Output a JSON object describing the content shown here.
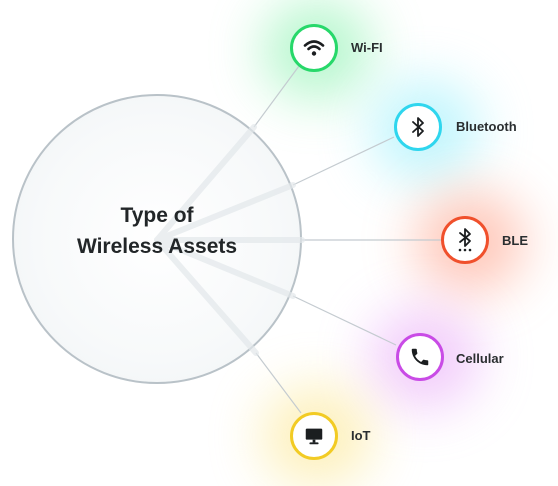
{
  "diagram": {
    "title_line1": "Type of",
    "title_line2": "Wireless Assets"
  },
  "nodes": [
    {
      "id": "wifi",
      "label": "Wi-FI",
      "icon": "wifi-icon",
      "color": "#27d86a",
      "glow": "#7df0a6"
    },
    {
      "id": "bluetooth",
      "label": "Bluetooth",
      "icon": "bluetooth-icon",
      "color": "#2fd6ee",
      "glow": "#8eeefb"
    },
    {
      "id": "ble",
      "label": "BLE",
      "icon": "ble-icon",
      "color": "#f0502c",
      "glow": "#ff9a80"
    },
    {
      "id": "cellular",
      "label": "Cellular",
      "icon": "phone-icon",
      "color": "#c94be6",
      "glow": "#e7a2f7"
    },
    {
      "id": "iot",
      "label": "IoT",
      "icon": "monitor-icon",
      "color": "#f2cb24",
      "glow": "#fbe483"
    }
  ],
  "colors": {
    "hub_border": "#b9c2c8",
    "connector": "#c4cbd0",
    "text": "#222628"
  }
}
